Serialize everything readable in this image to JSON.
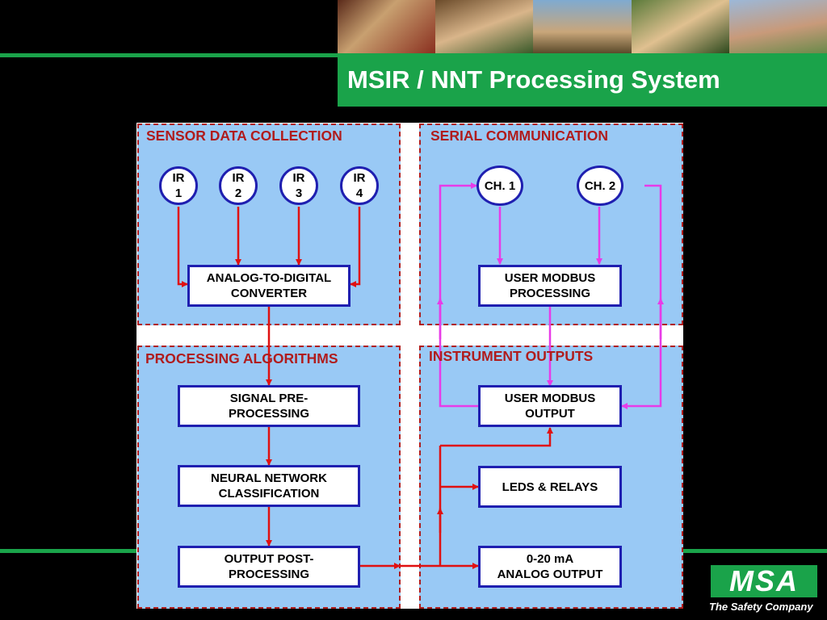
{
  "title": "MSIR / NNT Processing System",
  "panels": {
    "sensor": "SENSOR DATA COLLECTION",
    "serial": "SERIAL COMMUNICATION",
    "processing": "PROCESSING ALGORITHMS",
    "outputs": "INSTRUMENT OUTPUTS"
  },
  "sensors": [
    "IR\n1",
    "IR\n2",
    "IR\n3",
    "IR\n4"
  ],
  "channels": [
    "CH. 1",
    "CH. 2"
  ],
  "boxes": {
    "adc": "ANALOG-TO-DIGITAL\nCONVERTER",
    "modbus_processing": "USER MODBUS\nPROCESSING",
    "signal_pre": "SIGNAL PRE-\nPROCESSING",
    "neural": "NEURAL NETWORK\nCLASSIFICATION",
    "output_post": "OUTPUT POST-\nPROCESSING",
    "modbus_output": "USER MODBUS\nOUTPUT",
    "leds": "LEDS & RELAYS",
    "analog": "0-20 mA\nANALOG OUTPUT"
  },
  "logo": {
    "text": "MSA",
    "tagline": "The Safety Company"
  },
  "colors": {
    "brand_green": "#1aa34a",
    "panel_blue": "#99c9f5",
    "border_red": "#b01c1c",
    "box_blue": "#1f1fb0",
    "flow_red": "#e01010",
    "flow_magenta": "#e83be8"
  }
}
